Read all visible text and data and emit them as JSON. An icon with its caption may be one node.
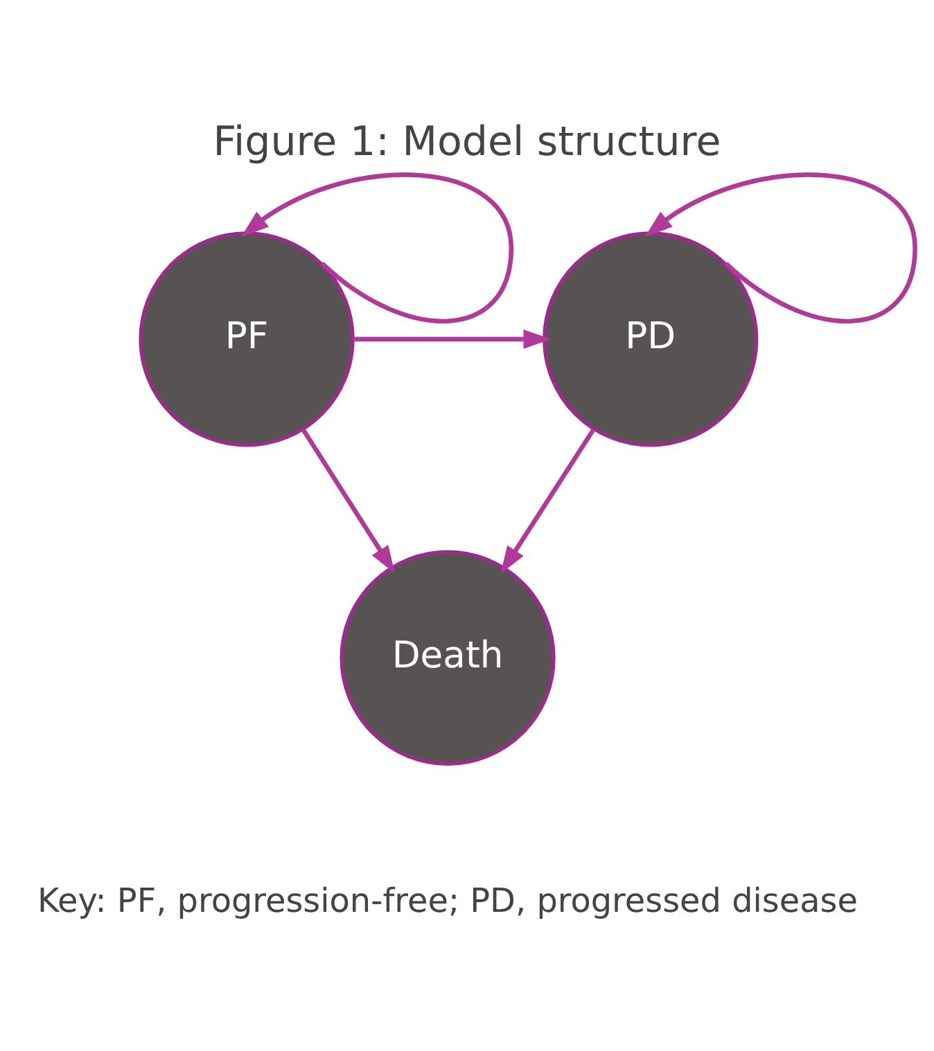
{
  "diagram": {
    "title": "Figure 1: Model structure",
    "nodes": [
      {
        "text": [
          "PF"
        ]
      },
      {
        "text": [
          "PD"
        ]
      },
      {
        "text": [
          "Death"
        ]
      }
    ],
    "edges": [
      {
        "from": 0,
        "to": 0,
        "arrow": "to"
      },
      {
        "from": 1,
        "to": 1,
        "arrow": "to"
      },
      {
        "from": 0,
        "to": 1,
        "arrow": "to"
      },
      {
        "from": 0,
        "to": 2,
        "arrow": "to"
      },
      {
        "from": 1,
        "to": 2,
        "arrow": "to"
      }
    ],
    "labels": [
      "Key: PF, progression-free; PD, progressed disease"
    ]
  }
}
